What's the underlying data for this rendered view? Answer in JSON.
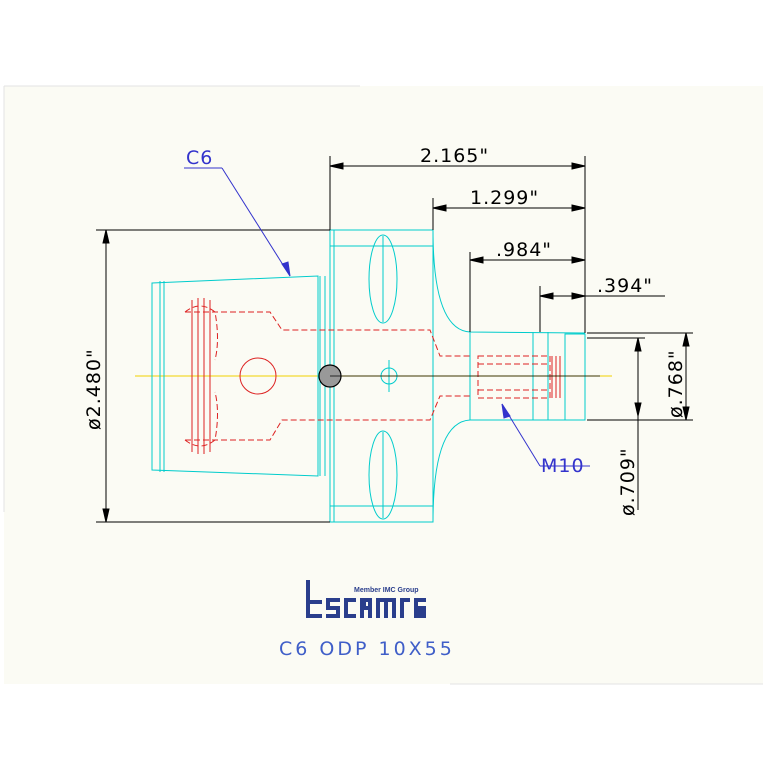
{
  "colors": {
    "background": "#ffffff",
    "sheet": "#fbfbf4",
    "outline": "#00cccc",
    "hidden": "#dd2222",
    "dimension": "#000000",
    "callout": "#3333cc",
    "centerline": "#f0d000",
    "logo": "#2a3e8c"
  },
  "dimensions": {
    "overall_length": "2.165\"",
    "neck_length": "1.299\"",
    "shank_length": ".984\"",
    "tip_length": ".394\"",
    "flange_diameter": "ø2.480\"",
    "shank_diameter": "ø.768\"",
    "pilot_diameter": "ø.709\""
  },
  "callouts": {
    "coupling": "C6",
    "thread": "M10"
  },
  "logo": {
    "tagline": "Member IMC Group",
    "icon": "iscar-logo"
  },
  "title": "C6 ODP 10X55"
}
